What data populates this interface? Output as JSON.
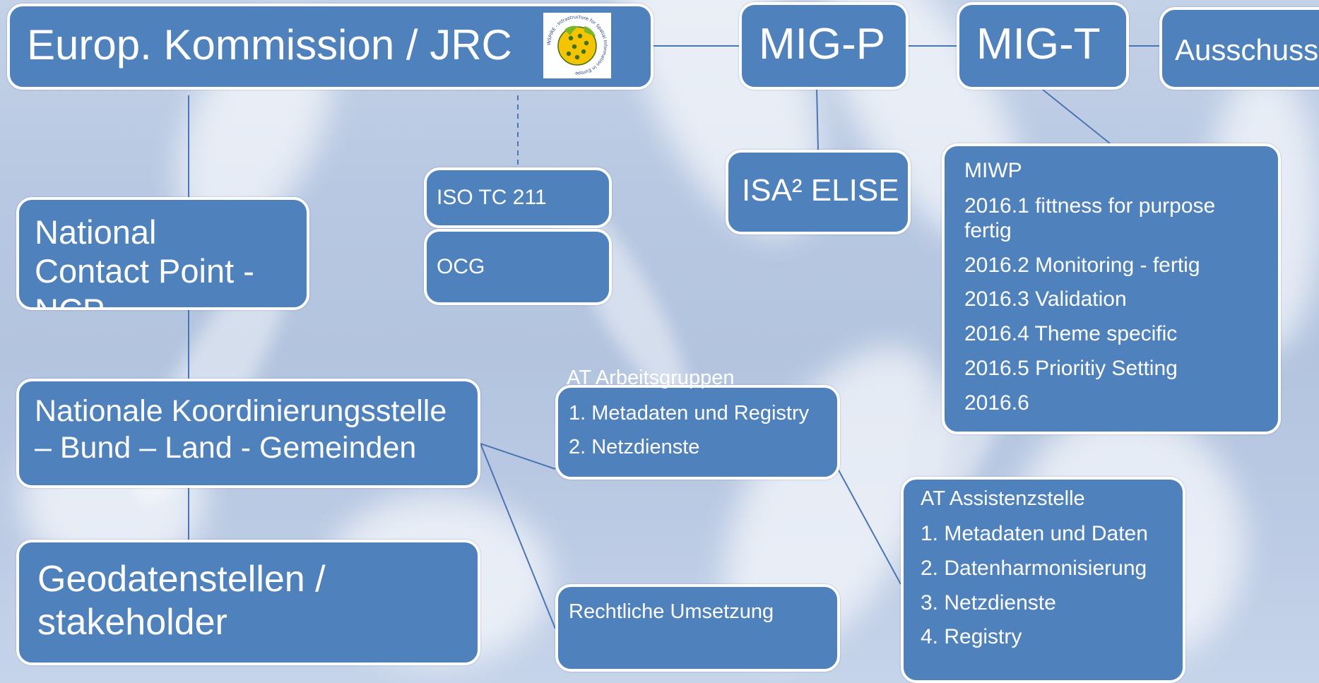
{
  "nodes": {
    "commission": {
      "title": "Europ. Kommission / JRC",
      "logo": {
        "ring_text": "INSPIRE - Infrastructure for Spatial Information in Europe",
        "colors": {
          "background": "#ffffff",
          "globe": "#f4c400",
          "accent": "#78b72a"
        }
      }
    },
    "mig_p": {
      "title": "MIG-P"
    },
    "mig_t": {
      "title": "MIG-T"
    },
    "ausschuss": {
      "title": "Ausschuss"
    },
    "isa": {
      "title": "ISA² ELISE"
    },
    "iso": {
      "title": "ISO TC 211"
    },
    "ocg": {
      "title": "OCG"
    },
    "ncp": {
      "title": "National Contact Point - NCP"
    },
    "nks": {
      "title": "Nationale Koordinierungsstelle – Bund – Land - Gemeinden"
    },
    "geodaten": {
      "title": "Geodatenstellen / stakeholder"
    },
    "miwp": {
      "title": "MIWP",
      "items": [
        "2016.1 fittness for purpose fertig",
        "2016.2 Monitoring - fertig",
        "2016.3 Validation",
        "2016.4 Theme specific",
        "2016.5 Prioritiy Setting",
        "2016.6"
      ]
    },
    "arbeitsgruppen": {
      "title": "AT Arbeitsgruppen",
      "items": [
        "1. Metadaten und Registry",
        "2. Netzdienste"
      ]
    },
    "rechtlich": {
      "title": "Rechtliche Umsetzung"
    },
    "assistenz": {
      "title": "AT Assistenzstelle",
      "items": [
        "1. Metadaten und Daten",
        "2. Datenharmonisierung",
        "3. Netzdienste",
        "4. Registry"
      ]
    }
  },
  "edges": [
    {
      "from": "commission",
      "to": "mig_p",
      "style": "solid"
    },
    {
      "from": "mig_p",
      "to": "mig_t",
      "style": "solid"
    },
    {
      "from": "mig_t",
      "to": "ausschuss",
      "style": "solid"
    },
    {
      "from": "mig_p",
      "to": "isa",
      "style": "solid"
    },
    {
      "from": "mig_t",
      "to": "miwp",
      "style": "solid"
    },
    {
      "from": "commission",
      "to": "ncp",
      "style": "solid"
    },
    {
      "from": "commission",
      "to": "iso",
      "style": "dashed"
    },
    {
      "from": "ncp",
      "to": "nks",
      "style": "solid"
    },
    {
      "from": "nks",
      "to": "geodaten",
      "style": "solid"
    },
    {
      "from": "nks",
      "to": "arbeitsgruppen",
      "style": "solid"
    },
    {
      "from": "nks",
      "to": "rechtlich",
      "style": "solid"
    },
    {
      "from": "arbeitsgruppen",
      "to": "assistenz",
      "style": "solid"
    }
  ],
  "colors": {
    "box_fill": "#4f81bd",
    "box_border": "#ffffff",
    "text": "#ffffff",
    "connector": "#4a76b3"
  }
}
